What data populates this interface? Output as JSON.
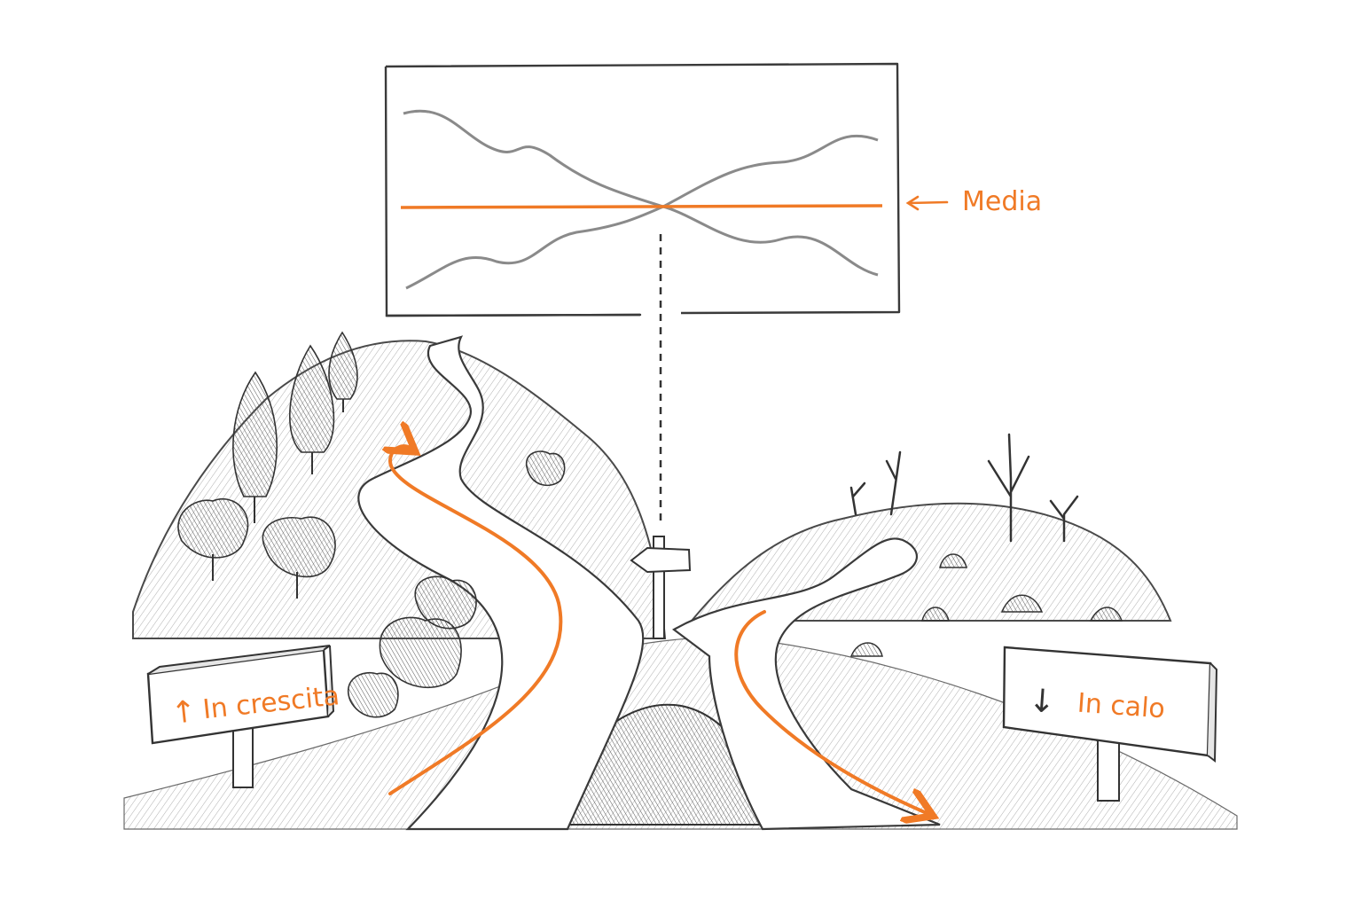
{
  "chart_panel": {
    "mean_label": "Media"
  },
  "signs": {
    "left": {
      "text": "In crescita",
      "arrow": "↑"
    },
    "right": {
      "text": "In calo",
      "arrow": "↓"
    }
  },
  "colors": {
    "accent": "#f07a26",
    "ink": "#333333",
    "pencil_grey": "#7a7a7a",
    "paper": "#ffffff"
  }
}
